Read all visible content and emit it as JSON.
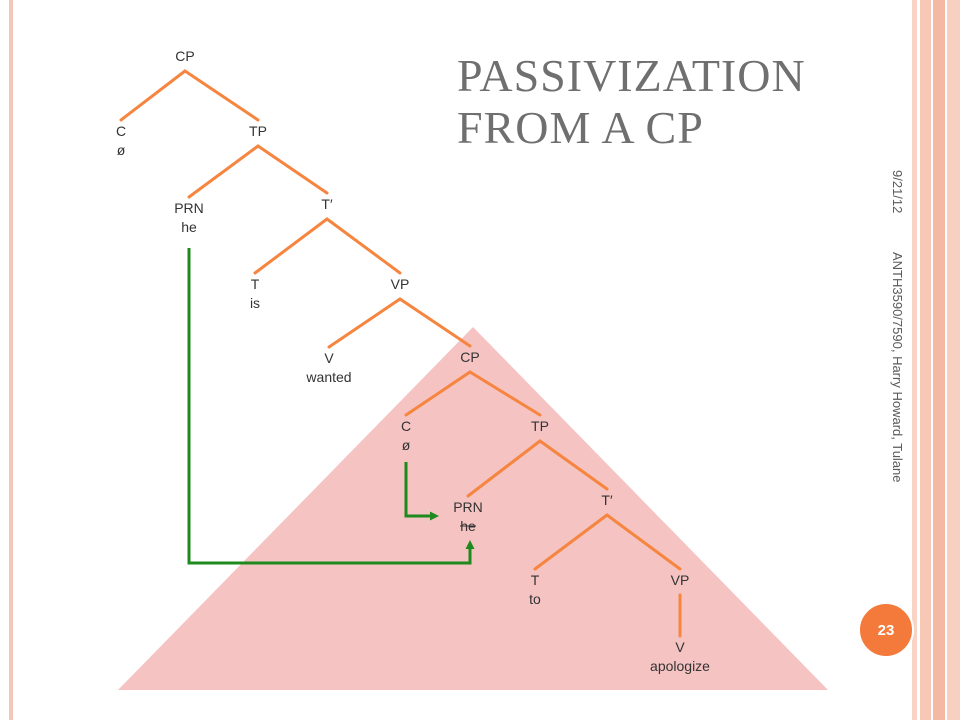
{
  "slide": {
    "title_lines": [
      "PASSIVIZATION",
      "FROM A CP"
    ],
    "date": "9/21/12",
    "course": "ANTH3590/7590, Harry Howard, Tulane",
    "page_number": "23"
  },
  "colors": {
    "branch": "#f5853f",
    "arrow": "#1e8a1e",
    "triangle": "#f4b9b9",
    "title": "#6f6f6f",
    "badge": "#f47a3c"
  },
  "tree": {
    "nodes": [
      {
        "id": "cp1",
        "lines": [
          "CP"
        ]
      },
      {
        "id": "c1",
        "lines": [
          "C",
          "ø"
        ]
      },
      {
        "id": "tp1",
        "lines": [
          "TP"
        ]
      },
      {
        "id": "prn1",
        "lines": [
          "PRN",
          "he"
        ]
      },
      {
        "id": "tbar1",
        "lines": [
          "T′"
        ]
      },
      {
        "id": "t1",
        "lines": [
          "T",
          "is"
        ]
      },
      {
        "id": "vp1",
        "lines": [
          "VP"
        ]
      },
      {
        "id": "v1",
        "lines": [
          "V",
          "wanted"
        ]
      },
      {
        "id": "cp2",
        "lines": [
          "CP"
        ]
      },
      {
        "id": "c2",
        "lines": [
          "C",
          "ø"
        ]
      },
      {
        "id": "tp2",
        "lines": [
          "TP"
        ]
      },
      {
        "id": "prn2",
        "lines": [
          "PRN",
          "he"
        ]
      },
      {
        "id": "tbar2",
        "lines": [
          "T′"
        ]
      },
      {
        "id": "t2",
        "lines": [
          "T",
          "to"
        ]
      },
      {
        "id": "vp2",
        "lines": [
          "VP"
        ]
      },
      {
        "id": "v2",
        "lines": [
          "V",
          "apologize"
        ]
      }
    ],
    "edges": [
      [
        "cp1",
        "c1"
      ],
      [
        "cp1",
        "tp1"
      ],
      [
        "tp1",
        "prn1"
      ],
      [
        "tp1",
        "tbar1"
      ],
      [
        "tbar1",
        "t1"
      ],
      [
        "tbar1",
        "vp1"
      ],
      [
        "vp1",
        "v1"
      ],
      [
        "vp1",
        "cp2"
      ],
      [
        "cp2",
        "c2"
      ],
      [
        "cp2",
        "tp2"
      ],
      [
        "tp2",
        "prn2"
      ],
      [
        "tp2",
        "tbar2"
      ],
      [
        "tbar2",
        "t2"
      ],
      [
        "tbar2",
        "vp2"
      ],
      [
        "vp2",
        "v2"
      ]
    ],
    "movement_arrows": [
      {
        "from": "prn1",
        "to": "prn2"
      },
      {
        "from": "c2",
        "to": "prn2"
      }
    ],
    "struck_nodes": [
      "prn2"
    ]
  }
}
